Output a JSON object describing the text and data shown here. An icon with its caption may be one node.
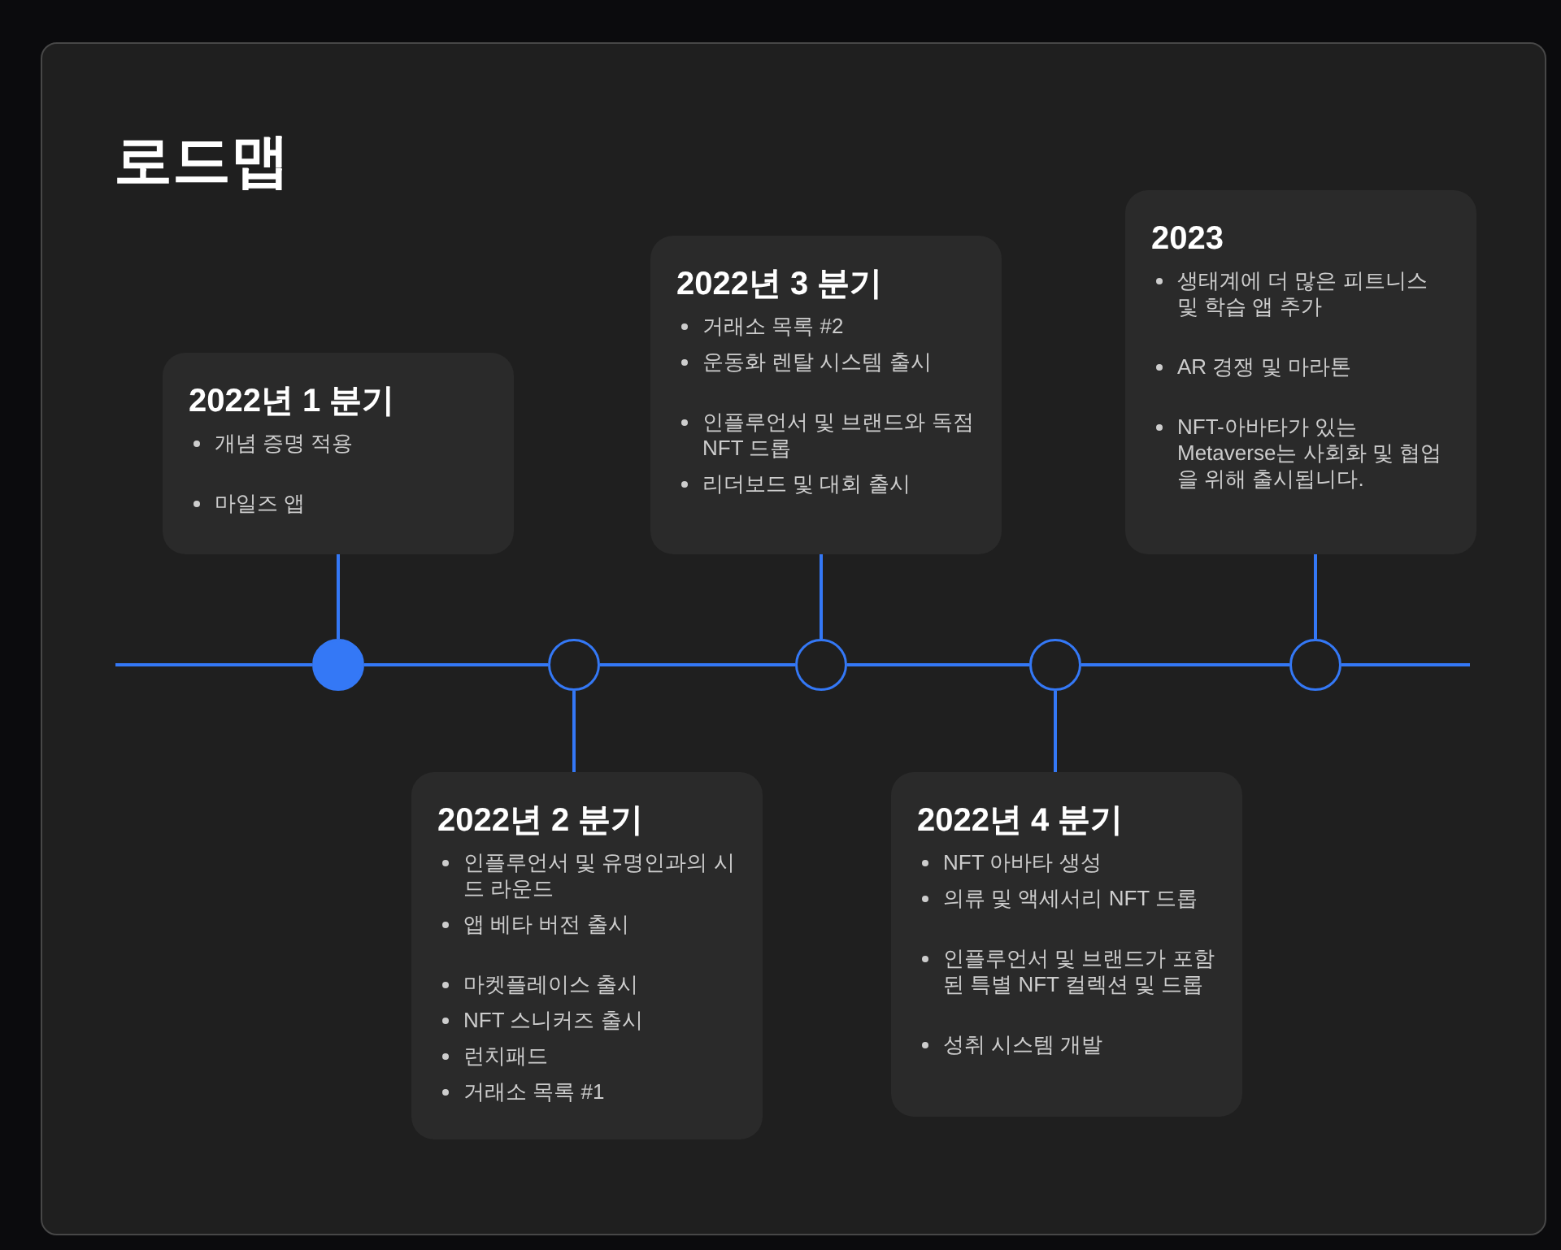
{
  "diagram": {
    "title": "로드맵",
    "nodes": [
      {
        "text": [
          "2022년 1 분기",
          "개념 증명 적용",
          "마일즈 앱"
        ]
      },
      {
        "text": [
          "2022년 2 분기",
          "인플루언서 및 유명인과의 시드 라운드",
          "앱 베타 버전 출시",
          "마켓플레이스 출시",
          "NFT 스니커즈 출시",
          "런치패드",
          "거래소 목록 #1"
        ]
      },
      {
        "text": [
          "2022년 3 분기",
          "거래소 목록 #2",
          "운동화 렌탈 시스템 출시",
          "인플루언서 및 브랜드와 독점 NFT 드롭",
          "리더보드 및 대회 출시"
        ]
      },
      {
        "text": [
          "2022년 4 분기",
          "NFT 아바타 생성",
          "의류 및 액세서리 NFT 드롭",
          "인플루언서 및 브랜드가 포함된 특별 NFT 컬렉션 및 드롭",
          "성취 시스템 개발"
        ]
      },
      {
        "text": [
          "2023",
          "생태계에 더 많은 피트니스 및 학습 앱 추가",
          "AR 경쟁 및 마라톤",
          "NFT-아바타가 있는 Metaverse는 사회화 및 협업을 위해 출시됩니다."
        ]
      },
      {
        "text": [],
        "shape": "circle"
      },
      {
        "text": [],
        "shape": "circle"
      },
      {
        "text": [],
        "shape": "circle"
      },
      {
        "text": [],
        "shape": "circle"
      },
      {
        "text": [],
        "shape": "circle"
      }
    ],
    "edges": [
      {
        "from": 5,
        "to": 0,
        "arrow": "none"
      },
      {
        "from": 6,
        "to": 1,
        "arrow": "none"
      },
      {
        "from": 7,
        "to": 2,
        "arrow": "none"
      },
      {
        "from": 8,
        "to": 3,
        "arrow": "none"
      },
      {
        "from": 9,
        "to": 4,
        "arrow": "none"
      },
      {
        "from": null,
        "to": 5,
        "arrow": "none"
      },
      {
        "from": 5,
        "to": 6,
        "arrow": "none"
      },
      {
        "from": 6,
        "to": 7,
        "arrow": "none"
      },
      {
        "from": 7,
        "to": 8,
        "arrow": "none"
      },
      {
        "from": 8,
        "to": 9,
        "arrow": "none"
      },
      {
        "from": 9,
        "to": null,
        "arrow": "none"
      }
    ]
  }
}
